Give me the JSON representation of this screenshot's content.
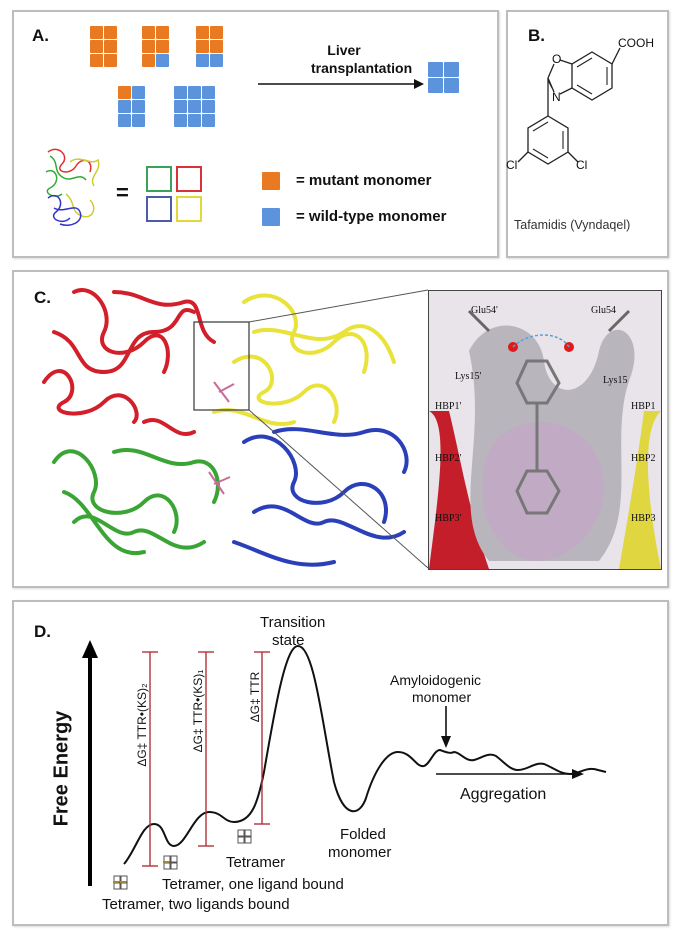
{
  "panelA": {
    "label": "A.",
    "arrow_text_line1": "Liver",
    "arrow_text_line2": "transplantation",
    "equals": "=",
    "legend": [
      {
        "text": "= mutant monomer",
        "color": "#ea7a22"
      },
      {
        "text": "= wild-type monomer",
        "color": "#5b93dc"
      }
    ]
  },
  "panelB": {
    "label": "B.",
    "cooh": "COOH",
    "n": "N",
    "o": "O",
    "cl_left": "Cl",
    "cl_right": "Cl",
    "caption": "Tafamidis (Vyndaqel)"
  },
  "panelC": {
    "label": "C.",
    "residue_labels": [
      "Glu54'",
      "Glu54",
      "Lys15'",
      "Lys15",
      "HBP1'",
      "HBP1",
      "HBP2'",
      "HBP2",
      "HBP3'",
      "HBP3"
    ]
  },
  "panelD": {
    "label": "D.",
    "y_axis": "Free Energy",
    "transition_state": [
      "Transition",
      "state"
    ],
    "amyloidogenic": [
      "Amyloidogenic",
      "monomer"
    ],
    "folded": [
      "Folded",
      "monomer"
    ],
    "aggregation": "Aggregation",
    "tetramer": "Tetramer",
    "one_ligand": "Tetramer, one ligand bound",
    "two_ligands": "Tetramer, two ligands bound",
    "dg_labels": [
      "ΔG‡ TTR•(KS)₂",
      "ΔG‡ TTR•(KS)₁",
      "ΔG‡ TTR"
    ]
  },
  "colors": {
    "mutant": "#ea7a22",
    "wildtype": "#5b93dc",
    "bar_red": "#b0333a"
  }
}
